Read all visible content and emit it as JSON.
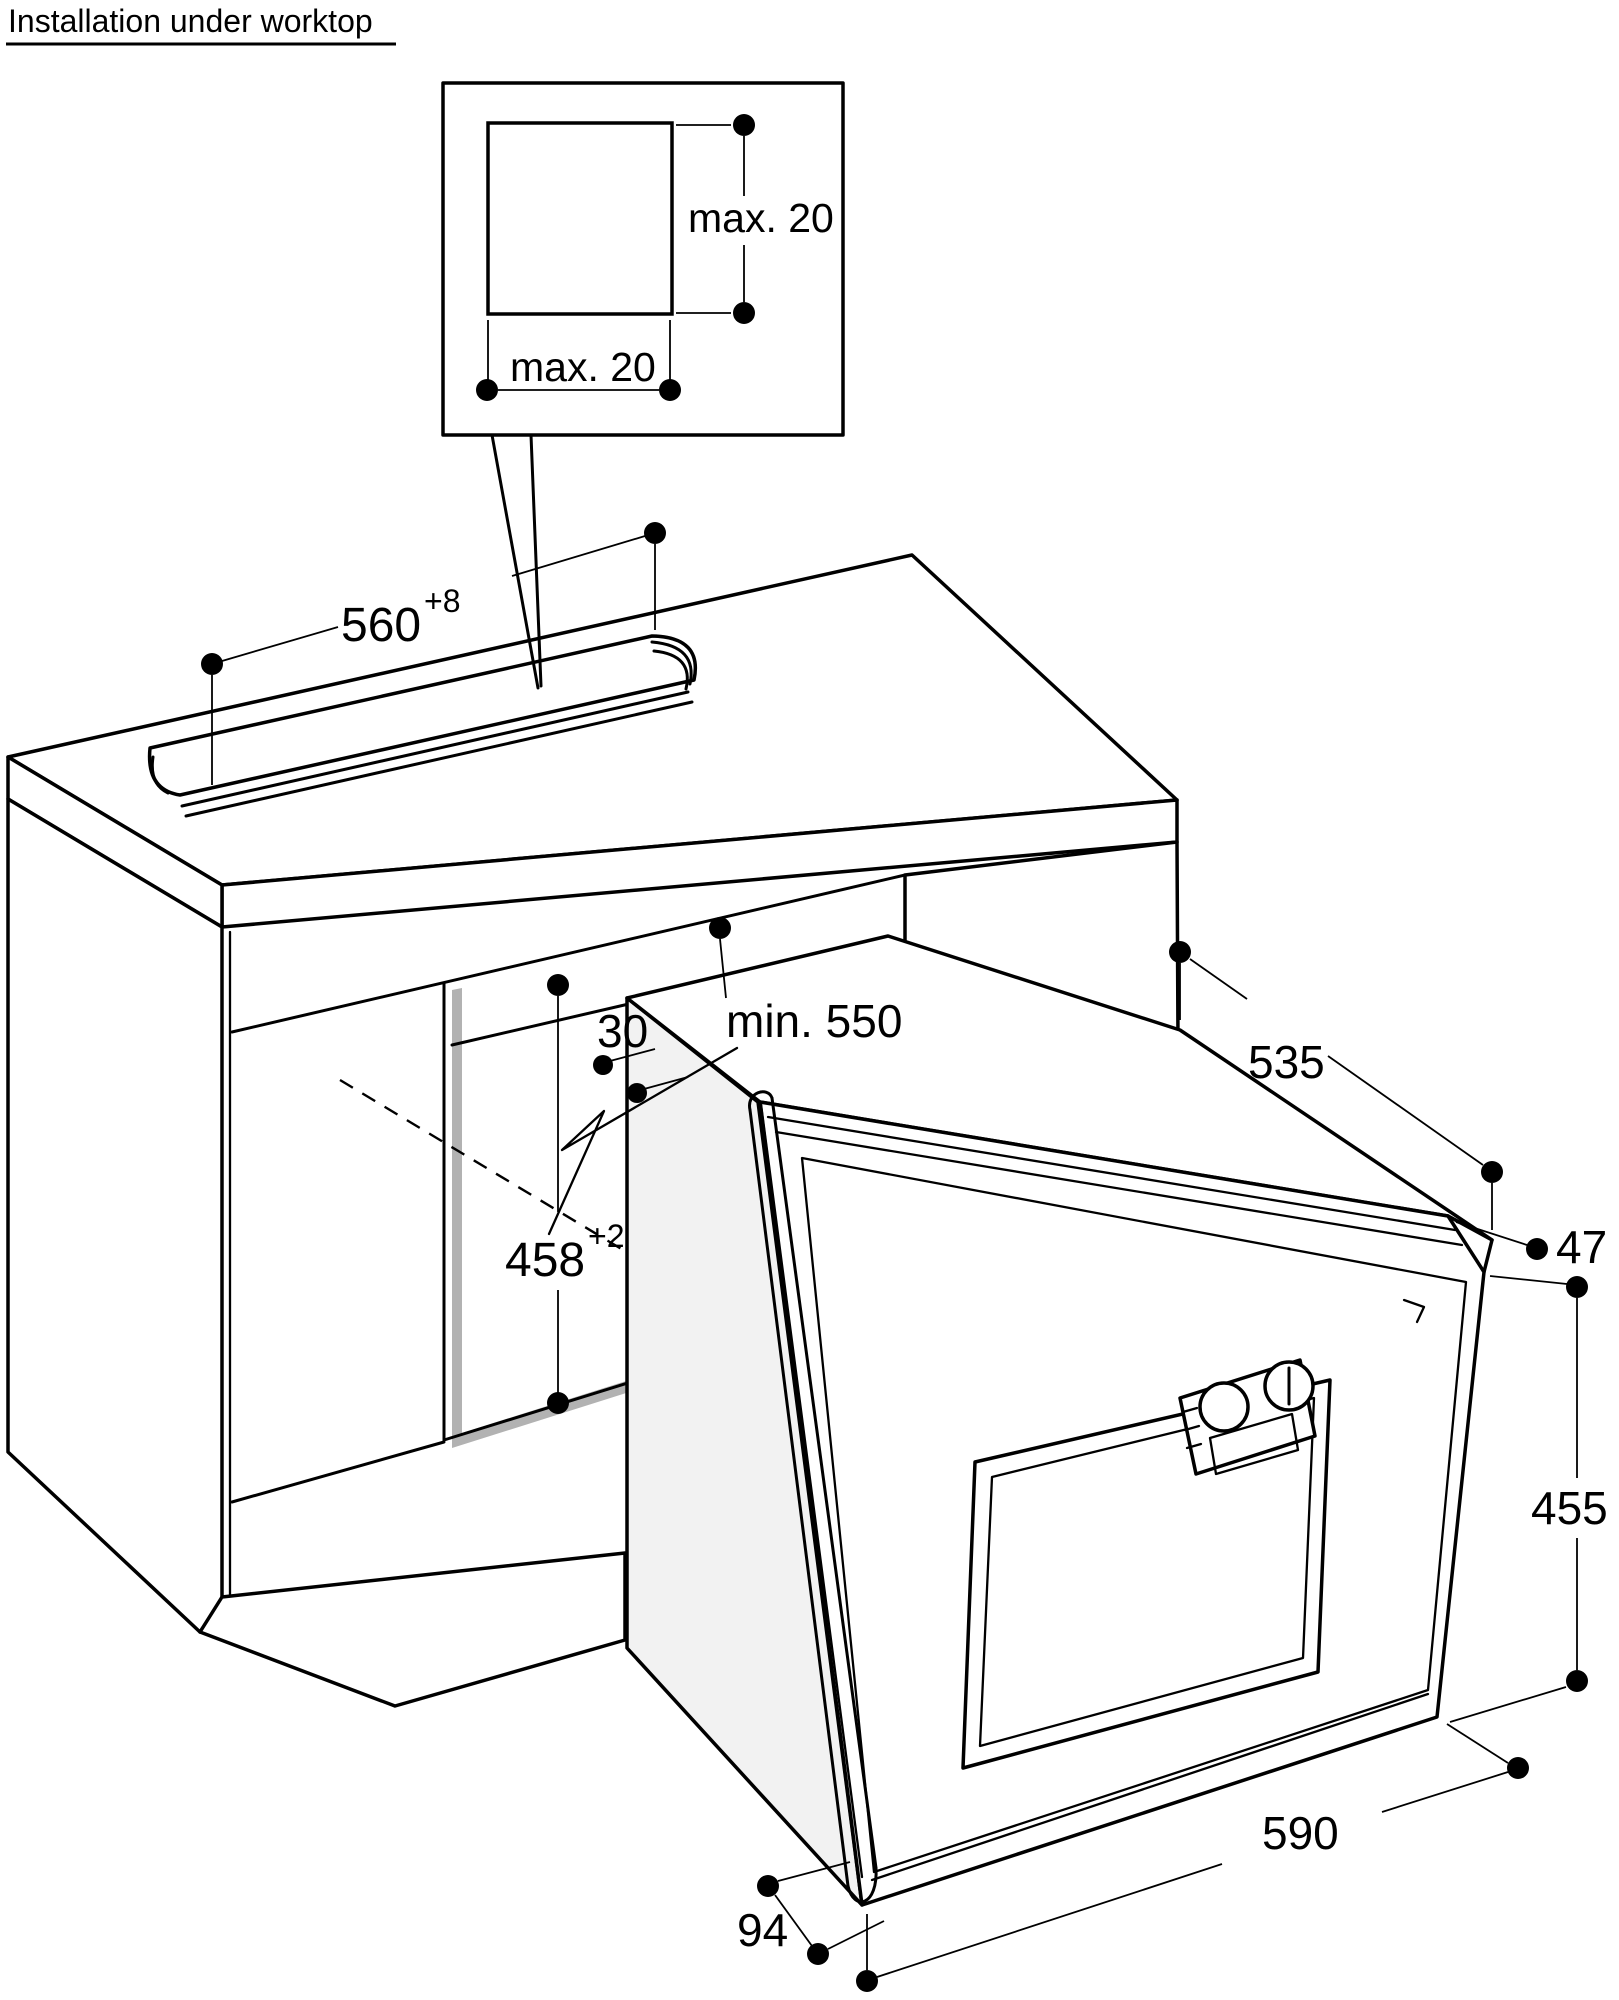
{
  "title": "Installation under worktop",
  "callout": {
    "height_label": "max. 20",
    "width_label": "max. 20"
  },
  "dims": {
    "cutout_width": {
      "base": "560",
      "sup": "+8"
    },
    "back_gap": "30",
    "min_depth": "min. 550",
    "niche_height": {
      "base": "458",
      "sup": "+2"
    },
    "oven_depth": "535",
    "front_overhang": "47",
    "oven_height": "455",
    "oven_width": "590",
    "handle_clearance": "94"
  },
  "colors": {
    "line": "#000000",
    "cut_edge_highlight": "#b2b2b2",
    "oven_side_shade": "#f2f2f2",
    "background": "#ffffff"
  }
}
